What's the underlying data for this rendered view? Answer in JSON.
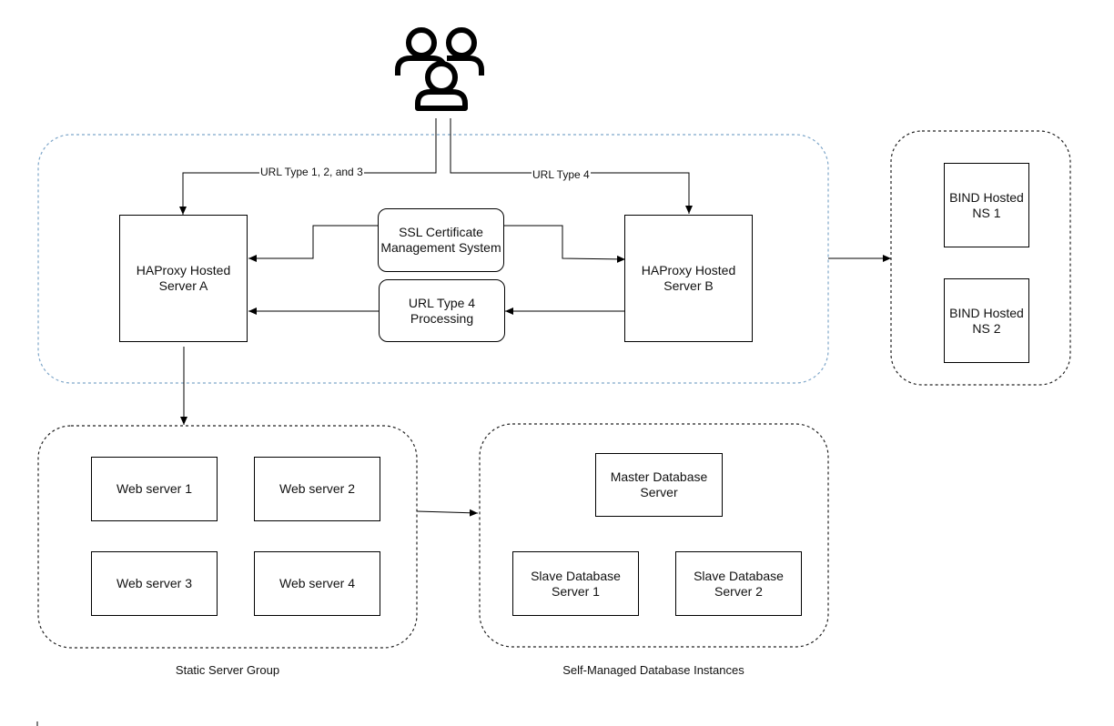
{
  "colors": {
    "line": "#000000",
    "group_border_blue": "#7ea6c9",
    "group_border_dark": "#222222"
  },
  "icons": {
    "users": "users-group-icon"
  },
  "edge_labels": {
    "url_type_123": "URL Type 1, 2, and 3",
    "url_type_4": "URL Type 4"
  },
  "nodes": {
    "haproxy_a": "HAProxy Hosted\nServer A",
    "haproxy_b": "HAProxy Hosted\nServer B",
    "ssl": "SSL Certificate\nManagement System",
    "url4": "URL Type 4\nProcessing",
    "bind_ns1": "BIND Hosted\nNS 1",
    "bind_ns2": "BIND Hosted\nNS 2",
    "web1": "Web server 1",
    "web2": "Web server 2",
    "web3": "Web server 3",
    "web4": "Web server 4",
    "master_db": "Master Database\nServer",
    "slave_db1": "Slave Database\nServer 1",
    "slave_db2": "Slave Database\nServer 2"
  },
  "groups": {
    "static": "Static Server Group",
    "database": "Self-Managed Database Instances"
  }
}
